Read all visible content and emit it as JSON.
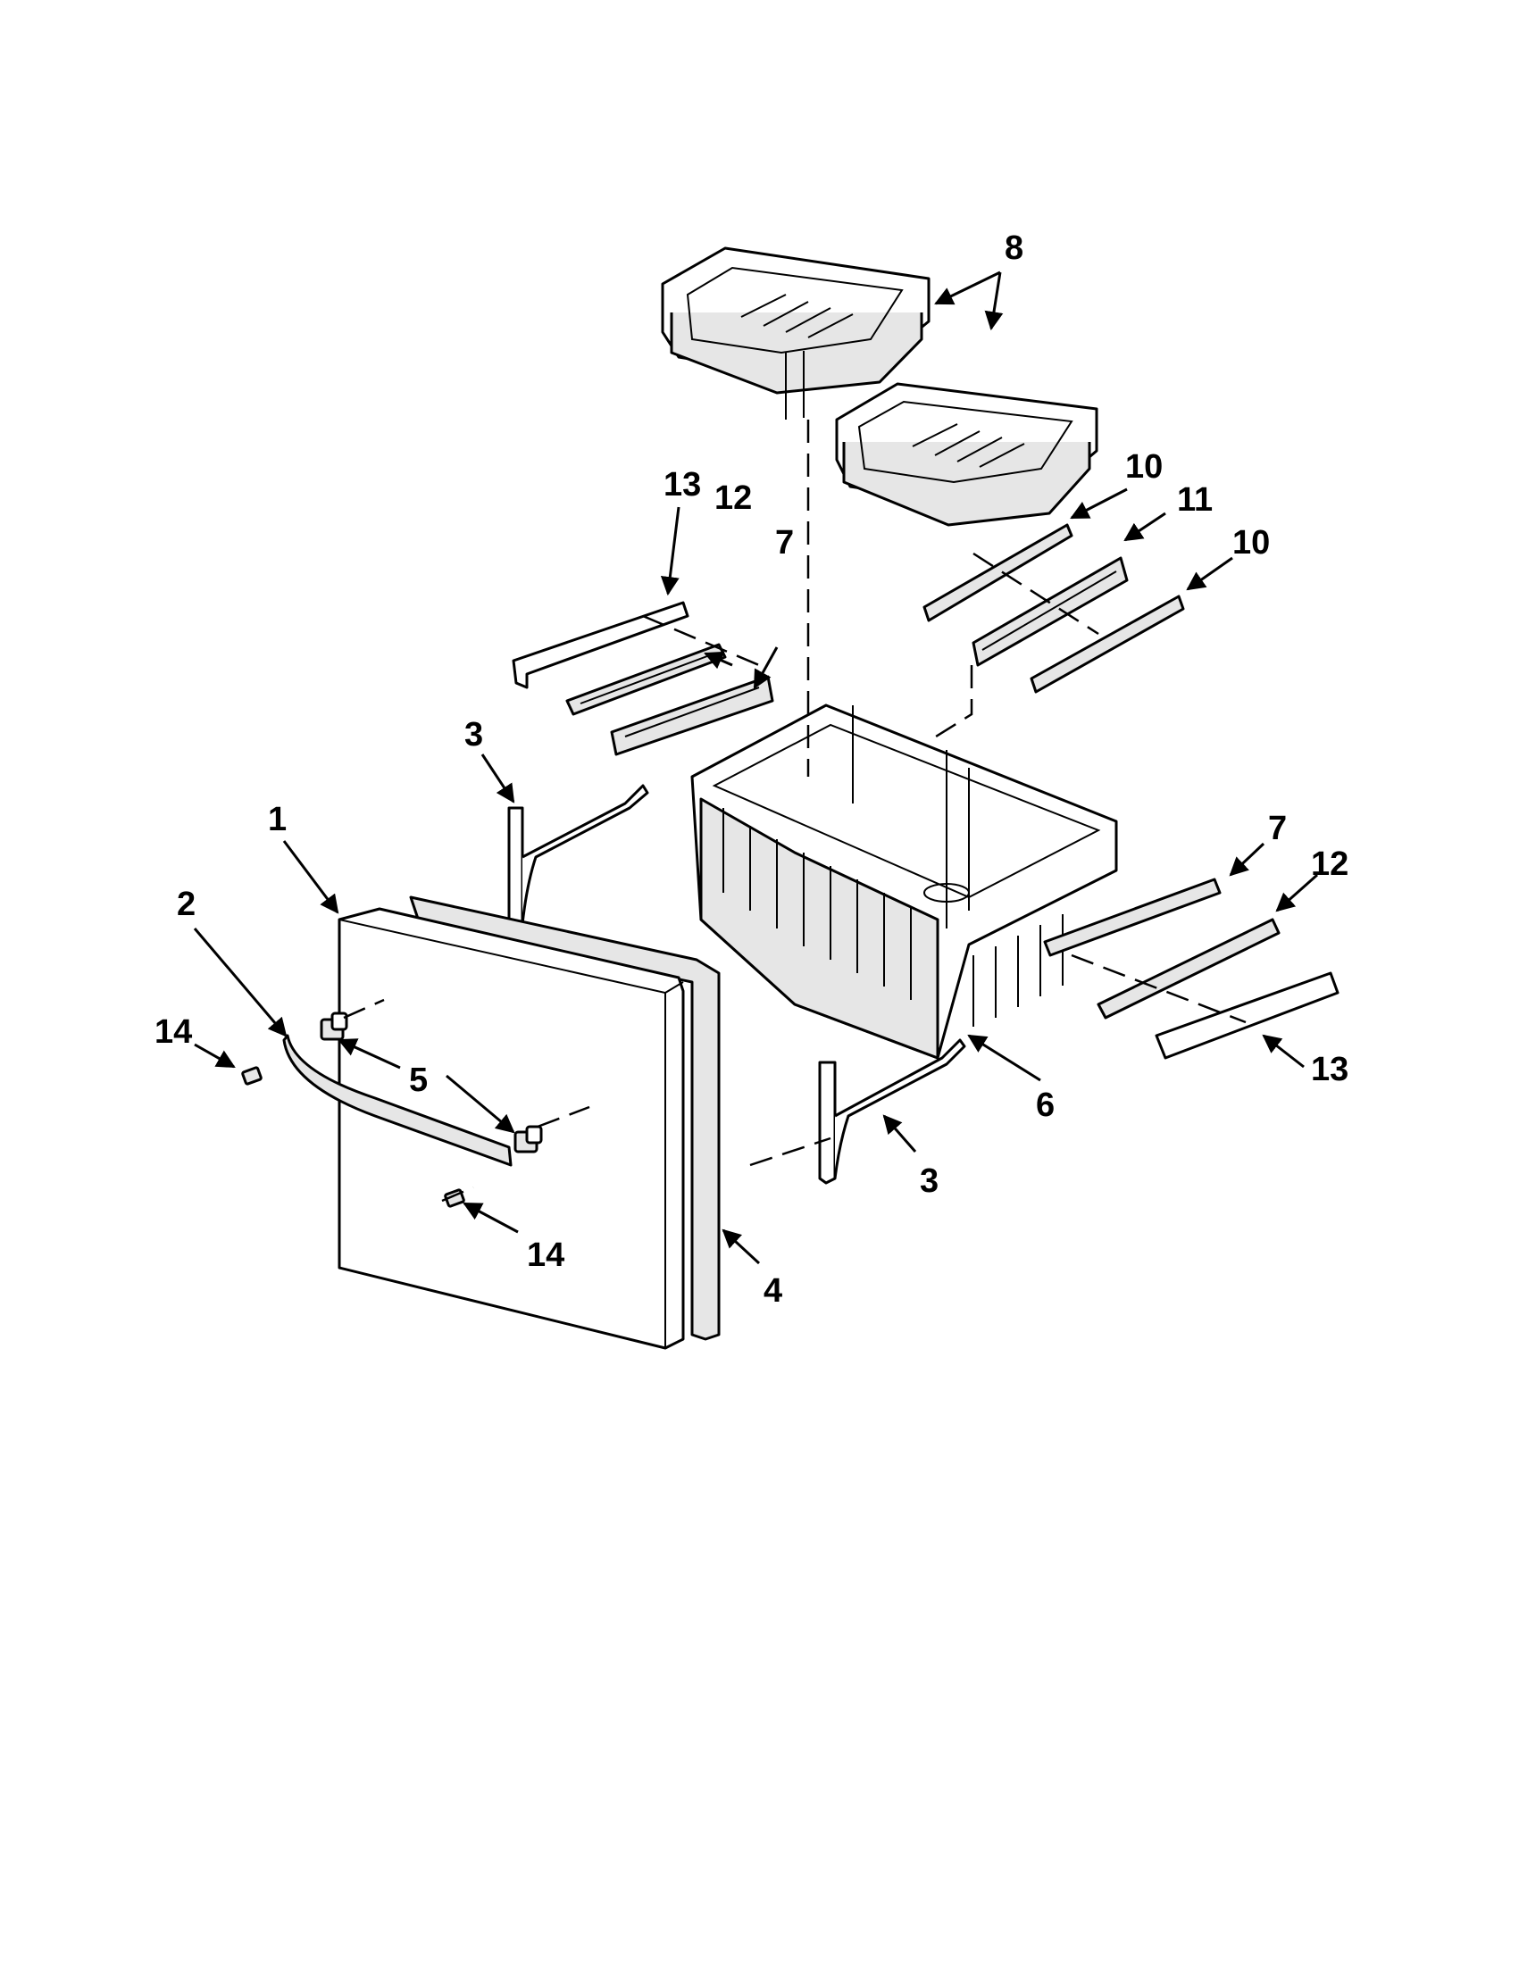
{
  "diagram": {
    "callouts": [
      {
        "id": "c1",
        "label": "1"
      },
      {
        "id": "c2",
        "label": "2"
      },
      {
        "id": "c3a",
        "label": "3"
      },
      {
        "id": "c3b",
        "label": "3"
      },
      {
        "id": "c4",
        "label": "4"
      },
      {
        "id": "c5",
        "label": "5"
      },
      {
        "id": "c6",
        "label": "6"
      },
      {
        "id": "c7a",
        "label": "7"
      },
      {
        "id": "c7b",
        "label": "7"
      },
      {
        "id": "c8",
        "label": "8"
      },
      {
        "id": "c10a",
        "label": "10"
      },
      {
        "id": "c10b",
        "label": "10"
      },
      {
        "id": "c11",
        "label": "11"
      },
      {
        "id": "c12a",
        "label": "12"
      },
      {
        "id": "c12b",
        "label": "12"
      },
      {
        "id": "c13a",
        "label": "13"
      },
      {
        "id": "c13b",
        "label": "13"
      },
      {
        "id": "c14a",
        "label": "14"
      },
      {
        "id": "c14b",
        "label": "14"
      }
    ]
  }
}
